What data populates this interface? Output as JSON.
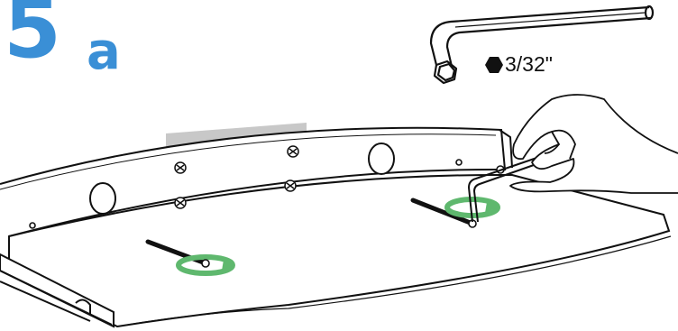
{
  "step": {
    "number": "5",
    "sub": "a",
    "color": "#3a8fd6"
  },
  "tool": {
    "name": "hex-key",
    "size_label": "3/32\""
  },
  "colors": {
    "rotate_arrow": "#5fb86e",
    "line": "#111111",
    "tape": "#c8c8c8"
  }
}
